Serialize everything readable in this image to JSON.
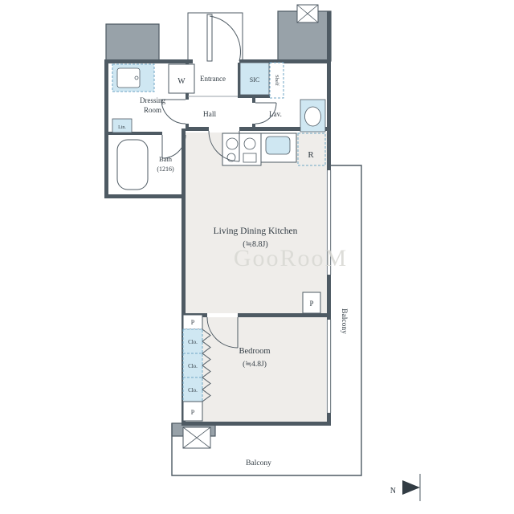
{
  "plan": {
    "rooms": {
      "entrance": {
        "name": "Entrance"
      },
      "sic": {
        "name": "SIC"
      },
      "shelf": {
        "name": "Shelf"
      },
      "dressing_room": {
        "line1": "Dressing",
        "line2": "Room"
      },
      "hall": {
        "name": "Hall"
      },
      "lavatory": {
        "name": "Lav."
      },
      "bath": {
        "name": "Bath",
        "size": "(1216)"
      },
      "ldk": {
        "name": "Living Dining Kitchen",
        "size": "(≒8.8J)"
      },
      "bedroom": {
        "name": "Bedroom",
        "size": "(≒4.8J)"
      }
    },
    "fixtures": {
      "washer": "W",
      "linen": "Lin.",
      "refrigerator": "R",
      "closets": [
        "Clo.",
        "Clo.",
        "Clo."
      ],
      "pipe_spaces": [
        "P",
        "P",
        "P"
      ]
    },
    "outdoor": {
      "balcony_right": "Balcony",
      "balcony_bottom": "Balcony"
    },
    "compass": {
      "north": "N"
    },
    "watermark": "GooRooM"
  },
  "colors": {
    "wall": "#4e5a63",
    "structure": "#98a2a9",
    "fixture": "#cfe7f2",
    "fixtureBorder": "#6fa6c4",
    "floor": "#efedea",
    "ink": "#323c44",
    "watermarkColor": "#d8d8d3"
  }
}
